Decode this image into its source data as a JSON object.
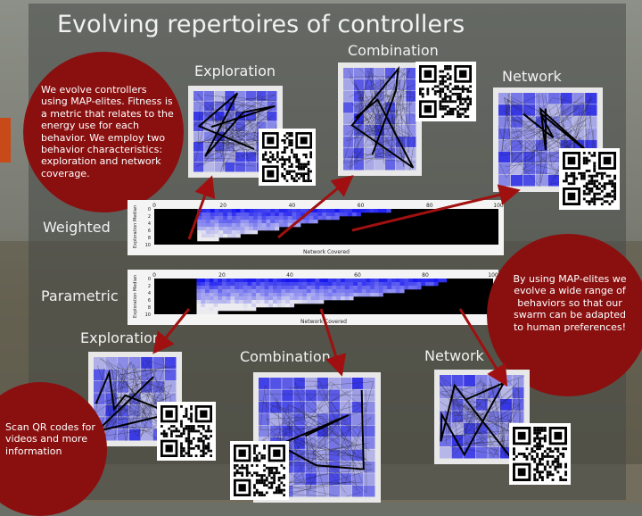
{
  "title": "Evolving repertoires of controllers",
  "intro_text": "We evolve controllers using MAP-elites. Fitness is a metric that relates to the energy use for each behavior. We employ two behavior characteristics: exploration and network coverage.",
  "right_text": "By using MAP-elites we evolve a wide range of behaviors so that our swarm can be adapted to human preferences!",
  "qr_text": "Scan QR codes for videos and more information",
  "top_labels": {
    "exploration": "Exploration",
    "combination": "Combination",
    "network": "Network"
  },
  "bottom_labels": {
    "exploration": "Exploration",
    "combination": "Combination",
    "network": "Network"
  },
  "weighted_label": "Weighted",
  "parametric_label": "Parametric",
  "heatmap_weighted": {
    "xlabel": "Network Covered",
    "ylabel": "Exploration Median",
    "xticks": [
      "0",
      "20",
      "40",
      "60",
      "80",
      "100"
    ],
    "yticks": [
      "0",
      "2",
      "4",
      "6",
      "8",
      "10"
    ]
  },
  "heatmap_parametric": {
    "xlabel": "Network Covered",
    "ylabel": "Exploration Median",
    "xticks": [
      "0",
      "20",
      "40",
      "60",
      "80",
      "100"
    ],
    "yticks": [
      "0",
      "2",
      "4",
      "6",
      "8",
      "10"
    ]
  },
  "colors": {
    "bubble": "#8a1010",
    "arrow": "#a01010",
    "heat_dark": "#0000c8",
    "heat_light": "#dcdcff"
  }
}
